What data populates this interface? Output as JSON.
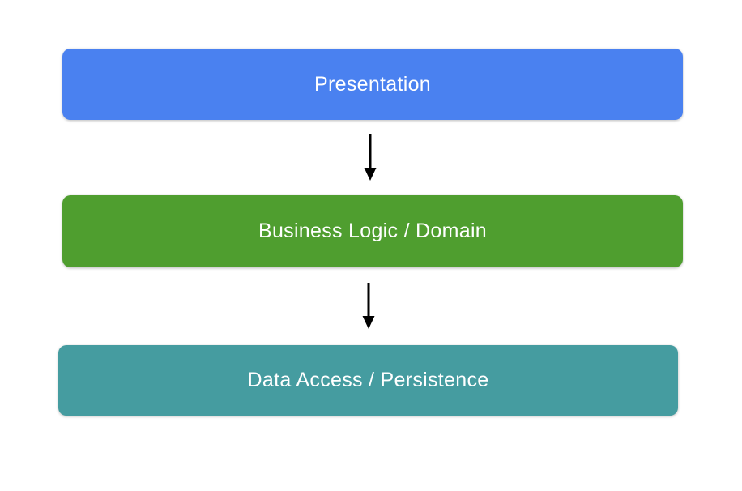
{
  "diagram": {
    "background_color": "#ffffff",
    "text_color": "#ffffff",
    "arrow_color": "#000000",
    "nodes": [
      {
        "id": "presentation",
        "label": "Presentation",
        "fill": "#4a81f0"
      },
      {
        "id": "business-logic",
        "label": "Business Logic / Domain",
        "fill": "#4f9e2f"
      },
      {
        "id": "data-access",
        "label": "Data Access / Persistence",
        "fill": "#459ca0"
      }
    ],
    "edges": [
      {
        "from": "presentation",
        "to": "business-logic"
      },
      {
        "from": "business-logic",
        "to": "data-access"
      }
    ]
  }
}
